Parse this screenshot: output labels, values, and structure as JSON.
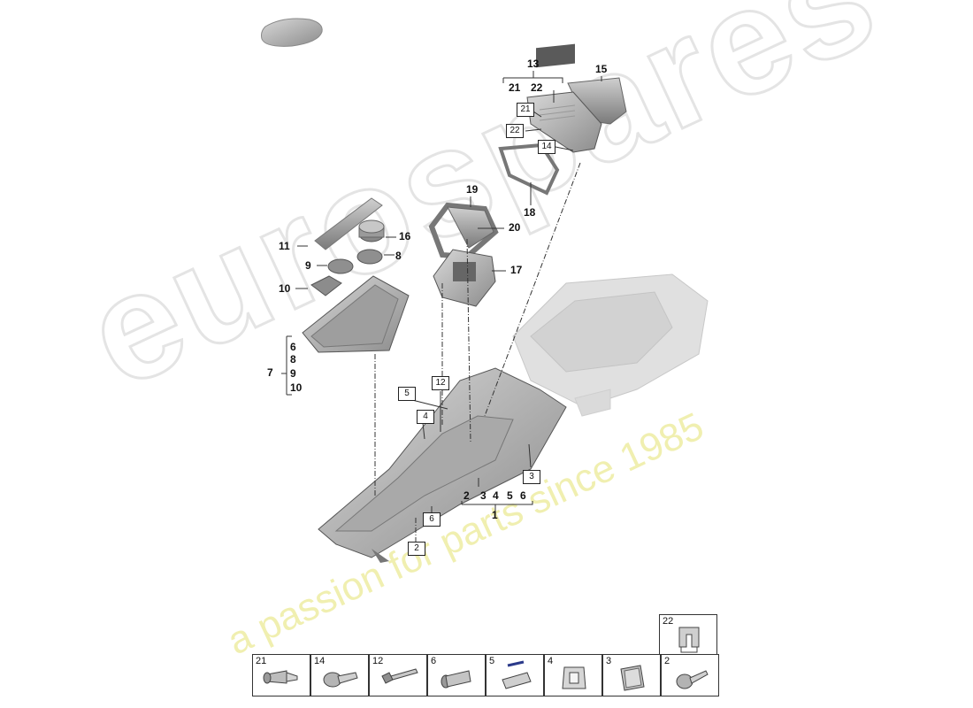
{
  "watermark": {
    "brand": "eurospares",
    "tagline": "a passion for parts since 1985"
  },
  "callouts": {
    "n1": "1",
    "n2": "2",
    "n3": "3",
    "n4": "4",
    "n5": "5",
    "n6": "6",
    "n7": "7",
    "n8": "8",
    "n9": "9",
    "n10": "10",
    "n11": "11",
    "n12": "12",
    "n13": "13",
    "n14": "14",
    "n15": "15",
    "n16": "16",
    "n17": "17",
    "n18": "18",
    "n19": "19",
    "n20": "20",
    "n21": "21",
    "n22": "22"
  },
  "legend": {
    "cells": [
      {
        "number": "21",
        "icon": "screw-pin-icon"
      },
      {
        "number": "14",
        "icon": "screw-washer-icon"
      },
      {
        "number": "12",
        "icon": "bolt-icon"
      },
      {
        "number": "6",
        "icon": "expansion-rivet-icon"
      },
      {
        "number": "5",
        "icon": "speed-nut-clip-icon"
      },
      {
        "number": "4",
        "icon": "spring-clip-icon"
      },
      {
        "number": "3",
        "icon": "square-nut-icon"
      },
      {
        "number": "2",
        "icon": "flat-screw-icon"
      }
    ],
    "top_cell": {
      "number": "22",
      "icon": "retaining-clip-icon"
    }
  },
  "colors": {
    "part_fill": "#b9b9b9",
    "part_dark": "#6e6e6e",
    "watermark_grey": "#e4e4e4",
    "watermark_yellow": "#efeea8"
  }
}
